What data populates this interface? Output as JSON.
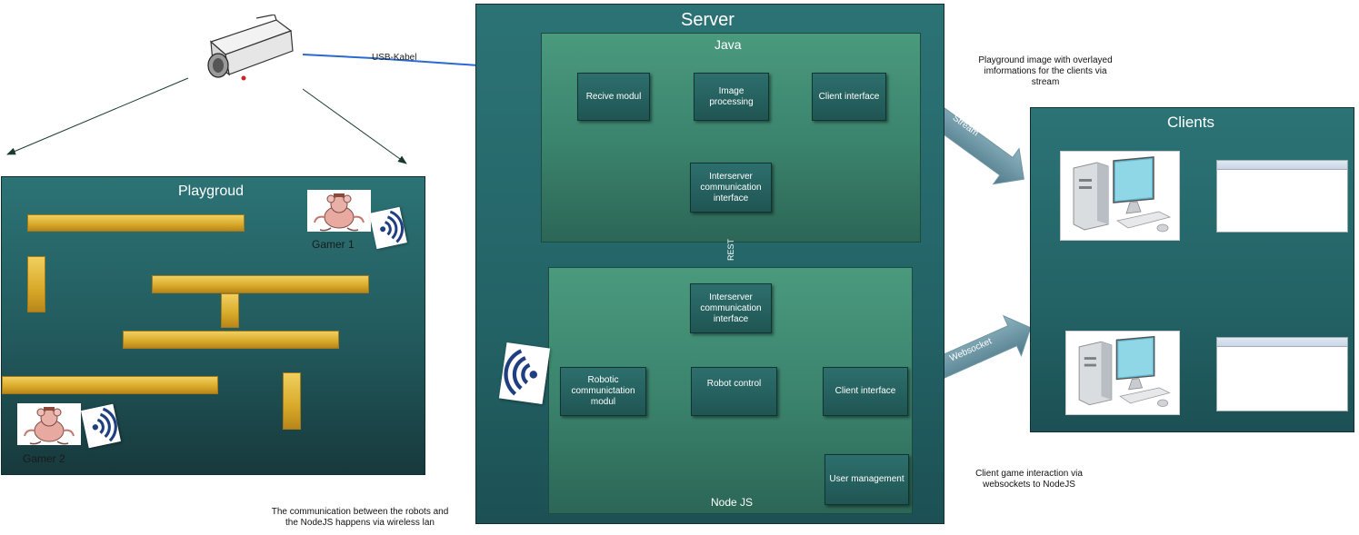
{
  "playground": {
    "title": "Playgroud",
    "gamer1": "Gamer 1",
    "gamer2": "Gamer 2"
  },
  "usb_label": "USB-Kabel",
  "server": {
    "title": "Server",
    "java": {
      "title": "Java",
      "recive": "Recive modul",
      "image_processing": "Image processing",
      "client_interface": "Client interface",
      "interserver": "Interserver communication interface"
    },
    "rest_label": "REST",
    "node": {
      "title": "Node JS",
      "interserver": "Interserver communication interface",
      "robotic": "Robotic communictation modul",
      "robot_control": "Robot control",
      "client_interface": "Client interface",
      "user_management": "User management"
    }
  },
  "clients": {
    "title": "Clients"
  },
  "arrows": {
    "stream": "Stream",
    "websocket": "Websocket"
  },
  "notes": {
    "stream_note": "Playground image with overlayed imformations for the clients via stream",
    "websocket_note": "Client game interaction via websockets to NodeJS",
    "wireless_note": "The communication between the robots and the NodeJS happens via wireless lan"
  },
  "colors": {
    "panel": "#2c7375",
    "inner_panel": "#3a826c",
    "rest_arrow": "#d01f1f",
    "wall": "#e2b43a",
    "wifi": "#1f3f80"
  },
  "icons": [
    "camera-icon",
    "rat-robot-icon",
    "wifi-icon",
    "desktop-computer-icon",
    "browser-window-icon"
  ]
}
